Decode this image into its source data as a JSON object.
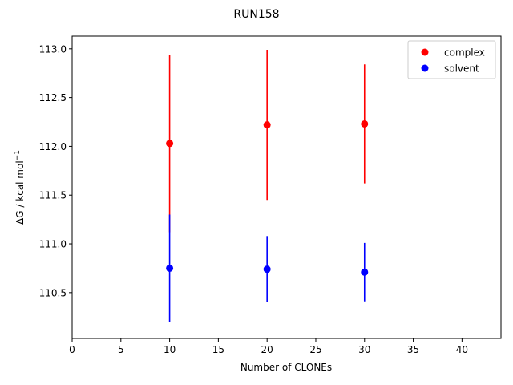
{
  "chart_data": {
    "type": "scatter",
    "title": "RUN158",
    "xlabel": "Number of CLONEs",
    "ylabel_main": "ΔG / kcal mol",
    "ylabel_sup": "−1",
    "xlim": [
      0,
      44
    ],
    "ylim": [
      110.03,
      113.13
    ],
    "xticks": [
      0,
      5,
      10,
      15,
      20,
      25,
      30,
      35,
      40
    ],
    "yticks": [
      110.5,
      111.0,
      111.5,
      112.0,
      112.5,
      113.0
    ],
    "xtick_labels": [
      "0",
      "5",
      "10",
      "15",
      "20",
      "25",
      "30",
      "35",
      "40"
    ],
    "ytick_labels": [
      "110.5",
      "111.0",
      "111.5",
      "112.0",
      "112.5",
      "113.0"
    ],
    "grid": false,
    "legend_position": "top-right",
    "series": [
      {
        "name": "complex",
        "color": "#ff0000",
        "points": [
          {
            "x": 10,
            "y": 112.03,
            "ylow": 111.12,
            "yhigh": 112.94
          },
          {
            "x": 20,
            "y": 112.22,
            "ylow": 111.45,
            "yhigh": 112.99
          },
          {
            "x": 30,
            "y": 112.23,
            "ylow": 111.62,
            "yhigh": 112.84
          }
        ]
      },
      {
        "name": "solvent",
        "color": "#0000ff",
        "points": [
          {
            "x": 10,
            "y": 110.75,
            "ylow": 110.2,
            "yhigh": 111.3
          },
          {
            "x": 20,
            "y": 110.74,
            "ylow": 110.4,
            "yhigh": 111.08
          },
          {
            "x": 30,
            "y": 110.71,
            "ylow": 110.41,
            "yhigh": 111.01
          }
        ]
      }
    ]
  }
}
